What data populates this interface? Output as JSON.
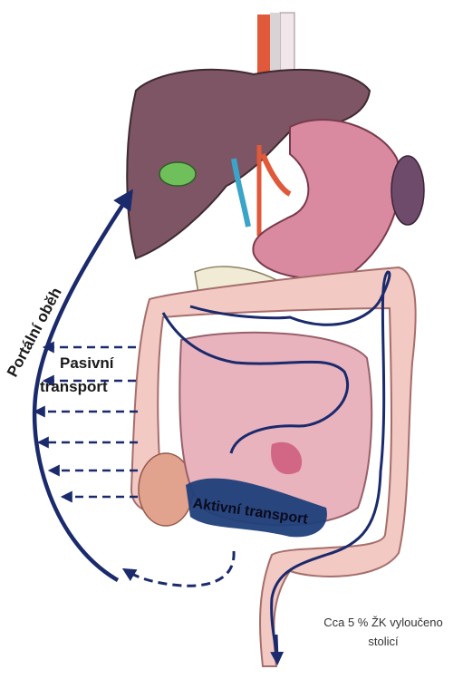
{
  "labels": {
    "portal_circulation": "Portální oběh",
    "passive_line1": "Pasivní",
    "passive_line2": "transport",
    "active": "Aktivní transport",
    "excreted_line1": "Cca 5 % ŽK vyloučeno",
    "excreted_line2": "stolicí"
  },
  "colors": {
    "arrow": "#1a2a6c",
    "liver": "#7e5564",
    "gallbladder": "#6fbf5a",
    "stomach": "#d98aa0",
    "colon": "#f3c9c4",
    "small_intestine": "#e8b3bd",
    "active_region": "#1f3f7a",
    "esophagus": "#e0593a"
  }
}
